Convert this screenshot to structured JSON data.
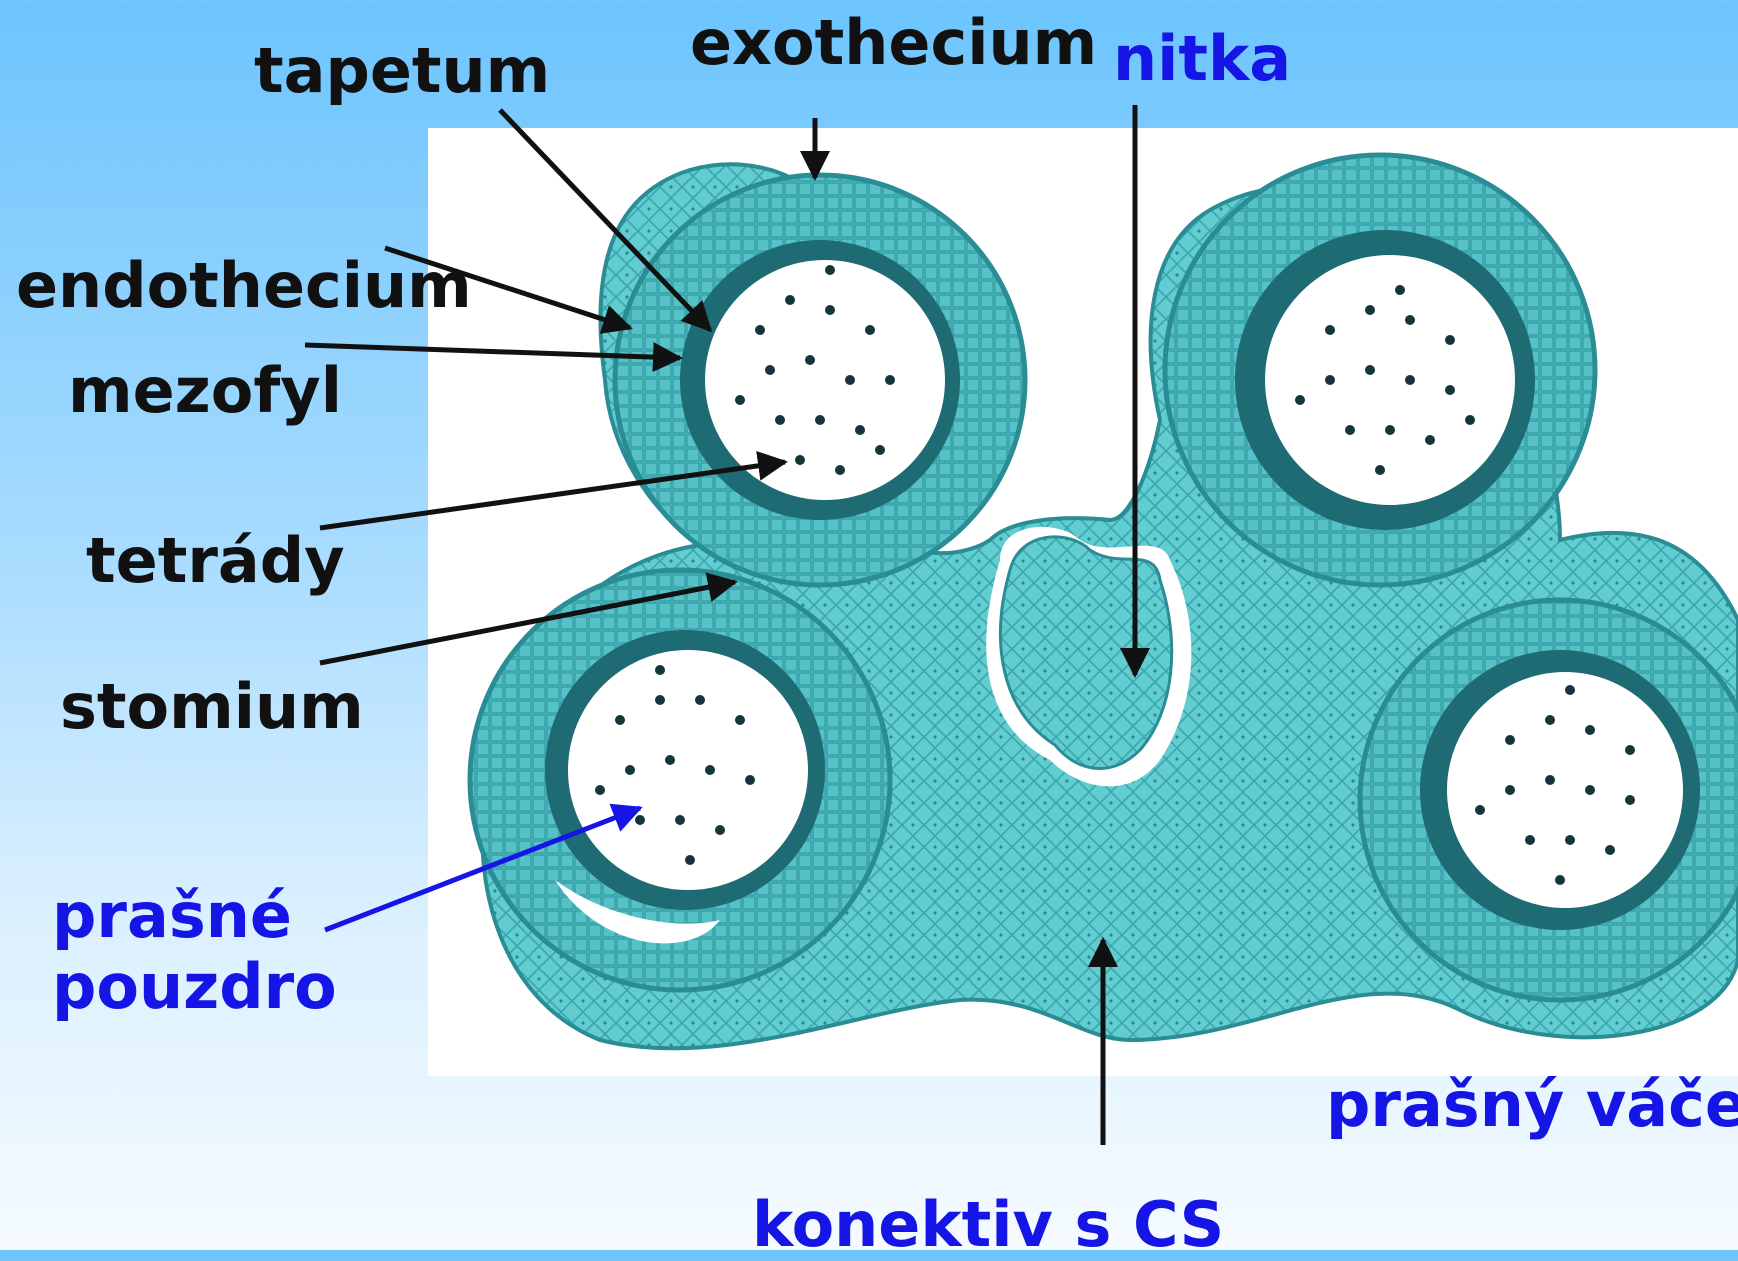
{
  "labels": {
    "tapetum": "tapetum",
    "exothecium": "exothecium",
    "nitka": "nitka",
    "endothecium": "endothecium",
    "mezofyl": "mezofyl",
    "tetrady": "tetrády",
    "stomium": "stomium",
    "prasne_pouzdro_line1": "prašné",
    "prasne_pouzdro_line2": "pouzdro",
    "prasny_vacek": "prašný váček",
    "konektiv": "konektiv s CS"
  },
  "colors": {
    "black_label": "#111111",
    "blue_label": "#1515e6",
    "tissue": "#5cc8cc",
    "tissue_dark": "#1e6f78",
    "locule": "#ffffff"
  }
}
